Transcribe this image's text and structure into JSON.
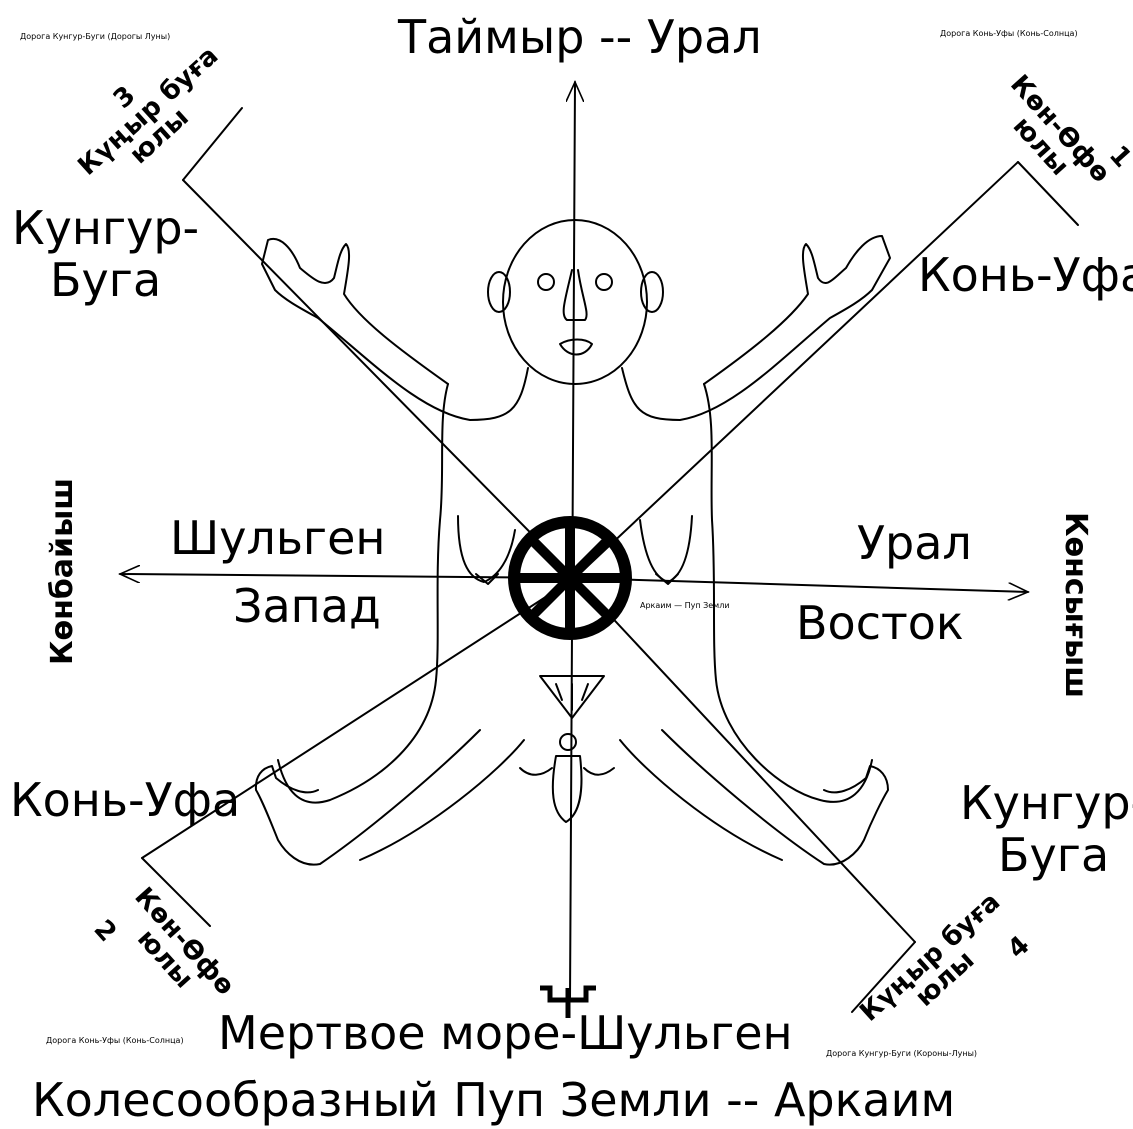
{
  "title_top": "Таймыр -- Урал",
  "title_bottom": "Мертвое море-Шульген",
  "caption": "Колесообразный Пуп Земли -- Аркаим",
  "center_label": "Аркаим — Пуп Земли",
  "west": {
    "name": "Шульген",
    "direction": "Запад",
    "side_label": "Көнбайыш"
  },
  "east": {
    "name": "Урал",
    "direction": "Восток",
    "side_label": "Көнсығыш"
  },
  "corners": {
    "top_left": {
      "line1": "Кунгур-",
      "line2": "Буга",
      "num": "3",
      "road1": "Күңыр буға",
      "road2": "юлы",
      "note": "Дорога Кунгур-Буги (Дорогы Луны)"
    },
    "top_right": {
      "line1": "Конь-Уфа",
      "num": "1",
      "road1": "Көн-Өфө",
      "road2": "юлы",
      "note": "Дорога Конь-Уфы (Конь-Солнца)"
    },
    "bottom_left": {
      "line1": "Конь-Уфа",
      "num": "2",
      "road1": "Көн-Өфө",
      "road2": "юлы",
      "note": "Дорога Конь-Уфы (Конь-Солнца)"
    },
    "bottom_right": {
      "line1": "Кунгур-",
      "line2": "Буга",
      "num": "4",
      "road1": "Күңыр буға",
      "road2": "юлы",
      "note": "Дорога Кунгур-Буги (Короны-Луны)"
    }
  },
  "icons": [
    "sun-wheel-icon",
    "trident-symbol-icon",
    "arrow-icon"
  ]
}
